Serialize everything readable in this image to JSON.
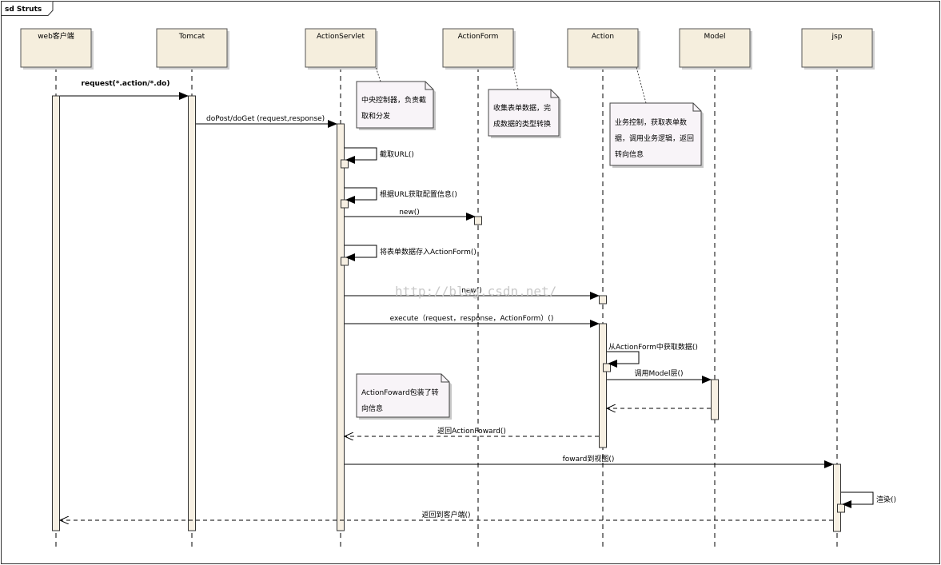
{
  "frame": {
    "title": "sd Struts"
  },
  "participants": [
    {
      "name": "web客户端"
    },
    {
      "name": "Tomcat"
    },
    {
      "name": "ActionServlet"
    },
    {
      "name": "ActionForm"
    },
    {
      "name": "Action"
    },
    {
      "name": "Model"
    },
    {
      "name": "jsp"
    }
  ],
  "messages": [
    {
      "label": "request(*.action/*.do)",
      "from": 0,
      "to": 1,
      "kind": "sync"
    },
    {
      "label": "doPost/doGet (request,response)",
      "from": 1,
      "to": 2,
      "kind": "sync"
    },
    {
      "label": "截取URL()",
      "from": 2,
      "to": 2,
      "kind": "self"
    },
    {
      "label": "根据URL获取配置信息()",
      "from": 2,
      "to": 2,
      "kind": "self"
    },
    {
      "label": "new()",
      "from": 2,
      "to": 3,
      "kind": "sync"
    },
    {
      "label": "将表单数据存入ActionForm()",
      "from": 2,
      "to": 2,
      "kind": "self"
    },
    {
      "label": "new()",
      "from": 2,
      "to": 4,
      "kind": "sync"
    },
    {
      "label": "execute（request，response，ActionForm）()",
      "from": 2,
      "to": 4,
      "kind": "sync"
    },
    {
      "label": "从ActionForm中获取数据()",
      "from": 4,
      "to": 4,
      "kind": "self"
    },
    {
      "label": "调用Model层()",
      "from": 4,
      "to": 5,
      "kind": "sync"
    },
    {
      "label": "",
      "from": 5,
      "to": 4,
      "kind": "return"
    },
    {
      "label": "返回ActionFoward()",
      "from": 4,
      "to": 2,
      "kind": "return"
    },
    {
      "label": "foward到视图()",
      "from": 2,
      "to": 6,
      "kind": "sync"
    },
    {
      "label": "渲染()",
      "from": 6,
      "to": 6,
      "kind": "self"
    },
    {
      "label": "返回到客户端()",
      "from": 6,
      "to": 0,
      "kind": "return"
    }
  ],
  "notes": [
    {
      "lines": [
        "中央控制器，负责截",
        "取和分发"
      ],
      "attached_to": 2
    },
    {
      "lines": [
        "收集表单数据，完",
        "成数据的类型转换"
      ],
      "attached_to": 3
    },
    {
      "lines": [
        "业务控制，获取表单数",
        "据，调用业务逻辑，返回",
        "转向信息"
      ],
      "attached_to": 4
    },
    {
      "lines": [
        "ActionFoward包装了转",
        "向信息"
      ],
      "attached_to": null
    }
  ],
  "watermark": "http://blog.csdn.net/"
}
